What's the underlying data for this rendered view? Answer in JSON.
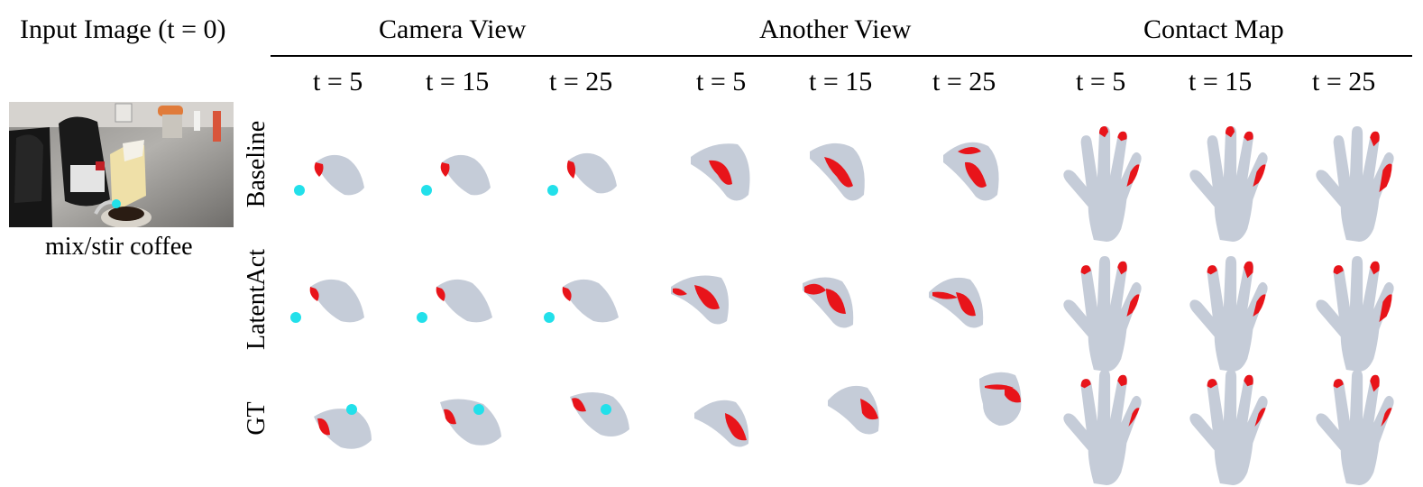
{
  "header": {
    "input_title": "Input Image (t = 0)",
    "groups": [
      "Camera View",
      "Another View",
      "Contact Map"
    ]
  },
  "timesteps": [
    "t = 5",
    "t = 15",
    "t = 25",
    "t = 5",
    "t = 15",
    "t = 25",
    "t = 5",
    "t = 15",
    "t = 25"
  ],
  "rows": [
    "Baseline",
    "LatentAct",
    "GT"
  ],
  "input": {
    "caption": "mix/stir coffee"
  },
  "colors": {
    "hand": "#c5ccd8",
    "contact": "#e8141a",
    "point": "#22e0ea"
  }
}
